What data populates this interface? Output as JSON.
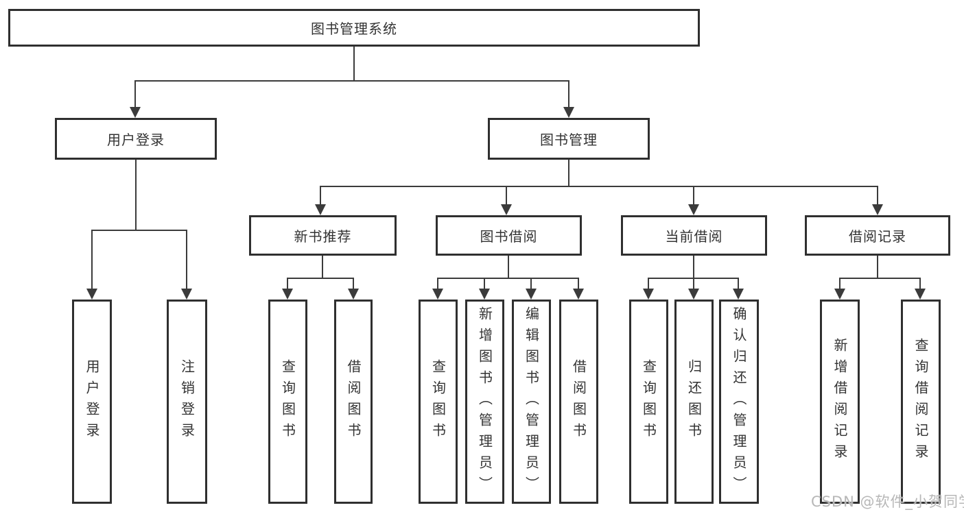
{
  "tree": {
    "root": {
      "label": "图书管理系统"
    },
    "branches": [
      {
        "label": "用户登录",
        "children": [
          {
            "label": "用户登录"
          },
          {
            "label": "注销登录"
          }
        ]
      },
      {
        "label": "图书管理",
        "groups": [
          {
            "label": "新书推荐",
            "children": [
              {
                "label": "查询图书"
              },
              {
                "label": "借阅图书"
              }
            ]
          },
          {
            "label": "图书借阅",
            "children": [
              {
                "label": "查询图书"
              },
              {
                "label": "新增图书（管理员）"
              },
              {
                "label": "编辑图书（管理员）"
              },
              {
                "label": "借阅图书"
              }
            ]
          },
          {
            "label": "当前借阅",
            "children": [
              {
                "label": "查询图书"
              },
              {
                "label": "归还图书"
              },
              {
                "label": "确认归还（管理员）"
              }
            ]
          },
          {
            "label": "借阅记录",
            "children": [
              {
                "label": "新增借阅记录"
              },
              {
                "label": "查询借阅记录"
              }
            ]
          }
        ]
      }
    ]
  },
  "watermark": {
    "text": "CSDN @软件_小贺同学"
  },
  "colors": {
    "line": "#3b3b3b",
    "border": "#2f2f2f",
    "text": "#333333",
    "watermark": "#b7b7b7",
    "background": "#ffffff"
  }
}
